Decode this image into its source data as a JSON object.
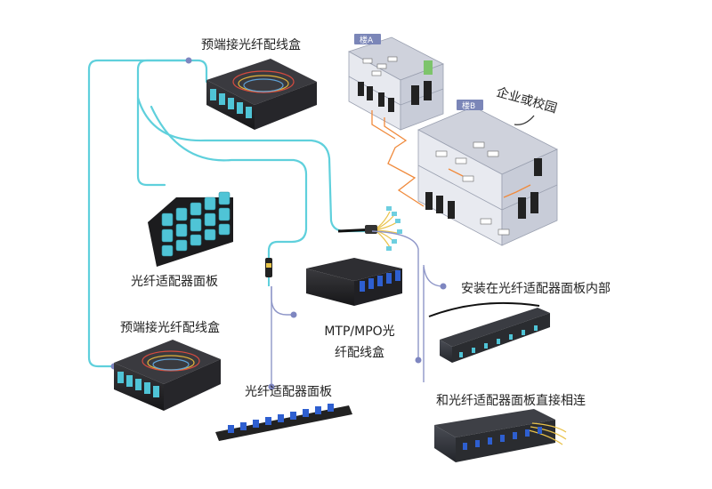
{
  "labels": {
    "cassette_top": "预端接光纤配线盒",
    "adapter_panel_left": "光纤适配器面板",
    "cassette_bottom": "预端接光纤配线盒",
    "adapter_panel_bottom": "光纤适配器面板",
    "mtp_line1": "MTP/MPO光",
    "mtp_line2": "纤配线盒",
    "install_inside": "安装在光纤适配器面板内部",
    "direct_connect": "和光纤适配器面板直接相连",
    "campus": "企业或校园",
    "building_a": "楼A",
    "building_b": "楼B"
  },
  "colors": {
    "fiber_cable": "#5fd0dc",
    "connector_line": "#8e96c8",
    "adapter_aqua": "#4fc4d6",
    "adapter_blue": "#2e5fd0",
    "trunk_orange": "#f08a3c",
    "building_wall": "#d9dbe2",
    "building_label_bg": "#7b86b8"
  }
}
